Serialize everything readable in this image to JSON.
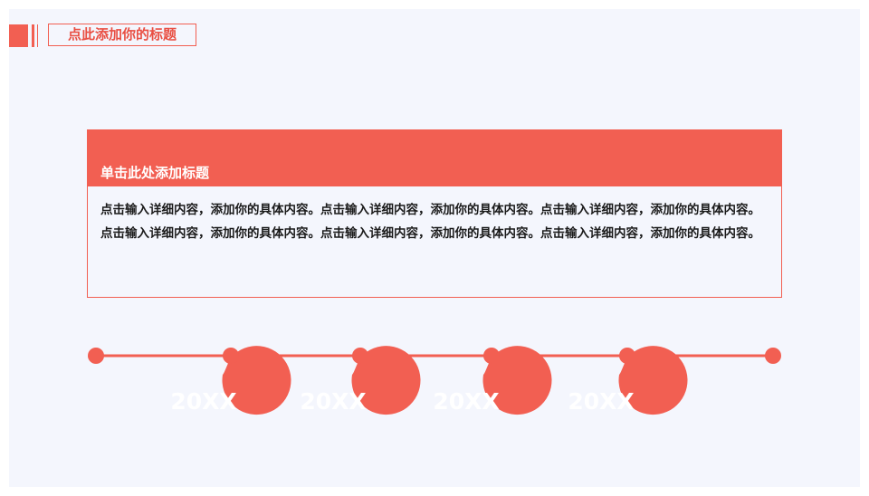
{
  "slide": {
    "title": "点此添加你的标题"
  },
  "card": {
    "title": "单击此处添加标题",
    "paragraphs": [
      "点击输入详细内容，添加你的具体内容。点击输入详细内容，添加你的具体内容。点击输入详细内容，添加你的具体内容。",
      "点击输入详细内容，添加你的具体内容。点击输入详细内容，添加你的具体内容。点击输入详细内容，添加你的具体内容。"
    ]
  },
  "timeline": {
    "milestones": [
      {
        "label": "20XX"
      },
      {
        "label": "20XX"
      },
      {
        "label": "20XX"
      },
      {
        "label": "20XX"
      }
    ]
  },
  "colors": {
    "accent": "#f25f52",
    "background": "#f4f6fd",
    "text": "#1a1a1a"
  }
}
